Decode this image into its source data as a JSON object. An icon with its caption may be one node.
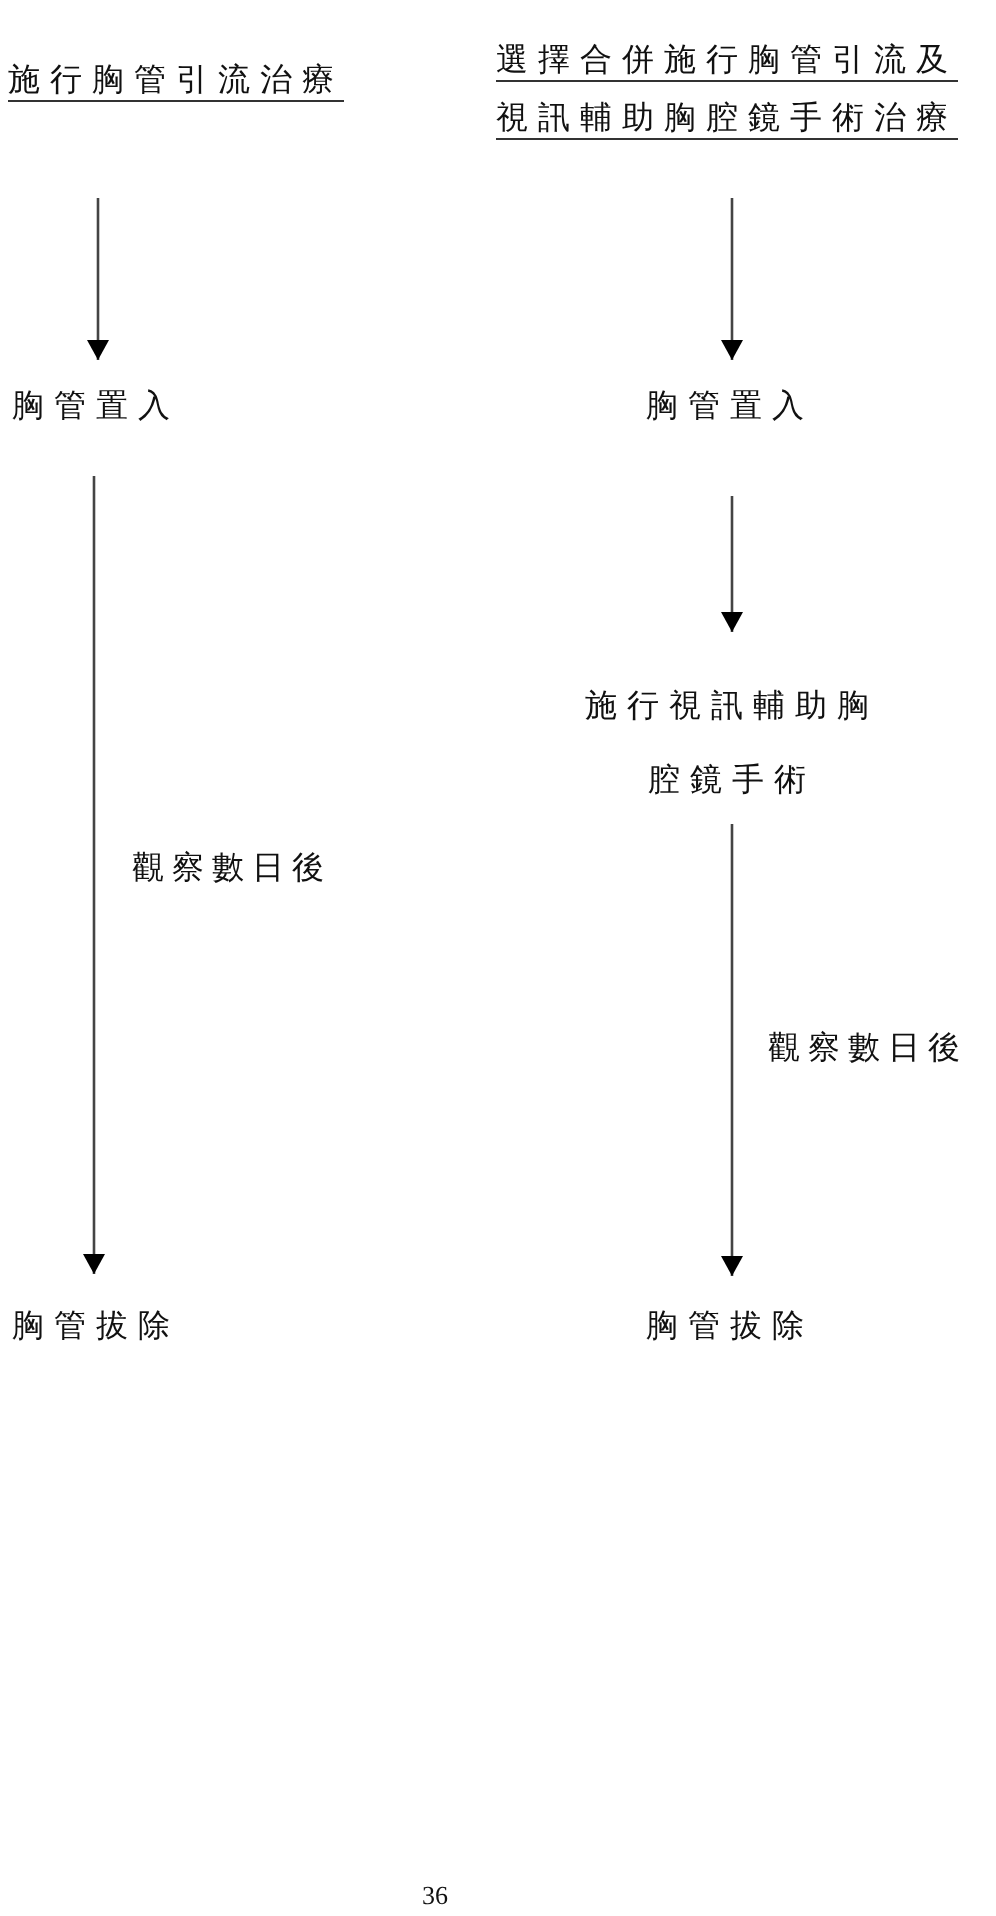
{
  "diagram": {
    "nodes": [
      {
        "text": [
          "施行胸管引流治療"
        ]
      },
      {
        "text": [
          "選擇合併施行胸管引流及視訊輔助胸腔鏡手術治療"
        ]
      },
      {
        "text": [
          "胸管置入"
        ]
      },
      {
        "text": [
          "胸管置入"
        ]
      },
      {
        "text": [
          "施行視訊輔助胸腔鏡手術"
        ]
      },
      {
        "text": [
          "胸管拔除"
        ]
      },
      {
        "text": [
          "胸管拔除"
        ]
      }
    ],
    "edges": [
      {
        "from": 0,
        "to": 2,
        "arrow": "to"
      },
      {
        "from": 1,
        "to": 3,
        "arrow": "to"
      },
      {
        "from": 3,
        "to": 4,
        "arrow": "to"
      },
      {
        "from": 2,
        "to": 5,
        "arrow": "to",
        "label": "觀察數日後"
      },
      {
        "from": 4,
        "to": 6,
        "arrow": "to",
        "label": "觀察數日後"
      }
    ],
    "labels": [
      "36"
    ]
  }
}
